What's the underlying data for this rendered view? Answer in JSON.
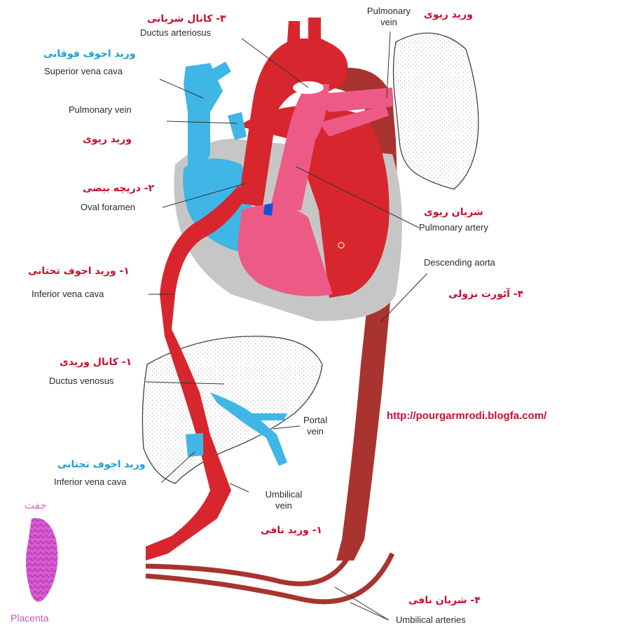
{
  "labels": {
    "pulmonary_vein_top_en": "Pulmonary\nvein",
    "pulmonary_vein_top_fa": "ورید ریوی",
    "ductus_arteriosus_fa": "۳- کانال شریانی",
    "ductus_arteriosus_en": "Ductus arteriosus",
    "svc_fa": "ورید اجوف فوقانی",
    "svc_en": "Superior vena cava",
    "pulmonary_vein_left_en": "Pulmonary vein",
    "pulmonary_vein_left_fa": "ورید ریوی",
    "oval_foramen_fa": "۲- دریچه بیضی",
    "oval_foramen_en": "Oval foramen",
    "pulmonary_artery_fa": "شریان ریوی",
    "pulmonary_artery_en": "Pulmonary artery",
    "ivc_top_fa": "۱- ورید اجوف تحتانی",
    "ivc_top_en": "Inferior vena cava",
    "descending_aorta_en": "Descending aorta",
    "descending_aorta_fa": "۴- آئورت نزولی",
    "ductus_venosus_fa": "۱- کانال وریدی",
    "ductus_venosus_en": "Ductus venosus",
    "portal_vein_en": "Portal\nvein",
    "url": "http://pourgarmrodi.blogfa.com/",
    "ivc_bottom_fa": "ورید اجوف تحتانی",
    "ivc_bottom_en": "Inferior vena cava",
    "placenta_fa": "جفت",
    "umbilical_vein_en": "Umbilical\nvein",
    "umbilical_vein_fa": "۱- ورید نافی",
    "umbilical_arteries_fa": "۴- شریان نافی",
    "umbilical_arteries_en": "Umbilical arteries",
    "placenta_en": "Placenta"
  },
  "colors": {
    "oxygenated": "#d8262e",
    "mixed": "#ee5a86",
    "deoxygenated": "#3fb6e6",
    "dark_artery": "#a8332f",
    "pericardium": "#c8c8c8",
    "persian_label": "#c8102e",
    "persian_blue_label": "#1e9fd8",
    "placenta": "#d64fcf"
  }
}
